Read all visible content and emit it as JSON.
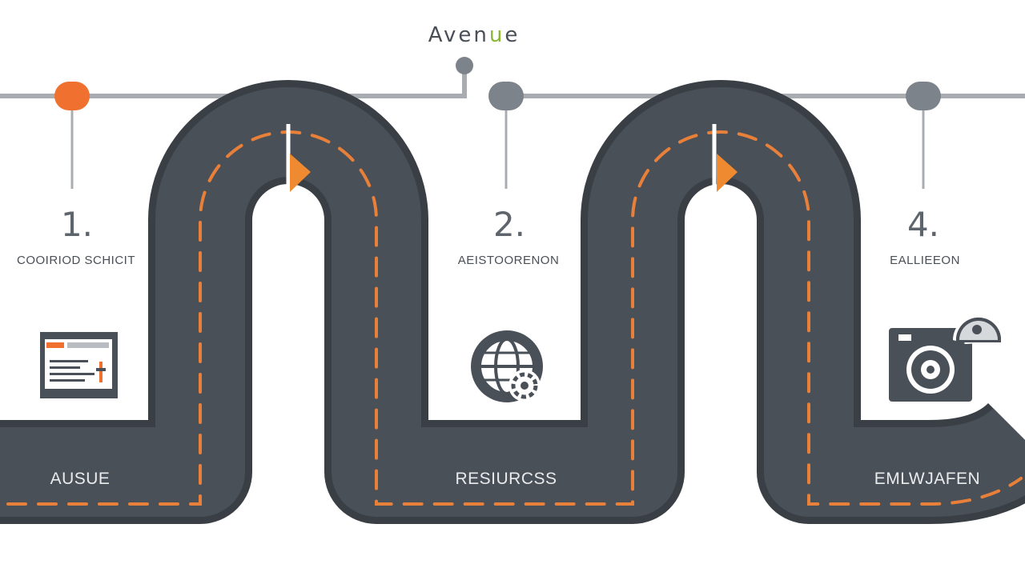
{
  "title": "Avenue",
  "title_accent_letter": "u",
  "colors": {
    "road": "#4a5058",
    "road_edge": "#3a3f45",
    "dash": "#e8803a",
    "marker_active": "#f07030",
    "marker": "#7d838a",
    "line": "#a9adb2",
    "accent_green": "#8ab832"
  },
  "steps": [
    {
      "number": "1.",
      "label": "COOIRIOD SCHICIT",
      "icon": "dashboard-window-icon"
    },
    {
      "number": "2.",
      "label": "AEISTOORENON",
      "icon": "globe-gear-icon"
    },
    {
      "number": "4.",
      "label": "EALLIEEON",
      "icon": "camera-chat-icon"
    }
  ],
  "road_labels": [
    "AUSUE",
    "RESIURCSS",
    "EMLWJAFEN"
  ]
}
